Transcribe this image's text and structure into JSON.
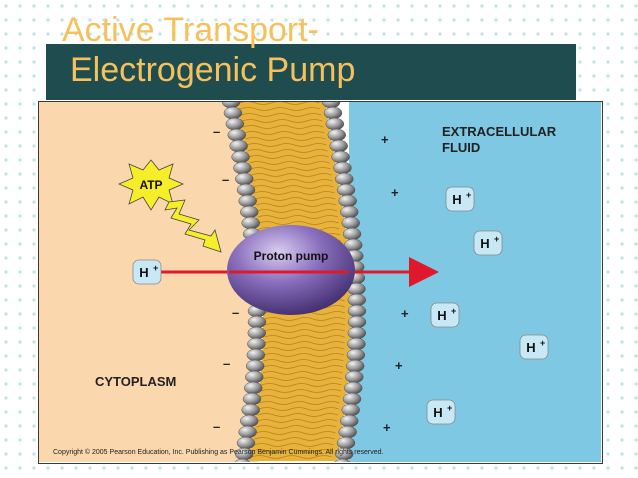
{
  "slide": {
    "title_line1": "Active Transport-",
    "title_line2": "Electrogenic Pump"
  },
  "figure": {
    "region_extracellular_line1": "EXTRACELLULAR",
    "region_extracellular_line2": "FLUID",
    "region_cytoplasm": "CYTOPLASM",
    "pump_label": "Proton pump",
    "atp_label": "ATP",
    "ion_label": "H",
    "ion_charge": "+",
    "minus_sign": "–",
    "plus_sign": "+",
    "copyright": "Copyright © 2005 Pearson Education, Inc. Publishing as Pearson Benjamin Cummings. All rights reserved."
  },
  "colors": {
    "title_text": "#f6c15b",
    "title_band": "#1f4d4f",
    "cytoplasm": "#fbd7ad",
    "extracellular": "#7ec8e3",
    "pump": "#7c61a9",
    "arrow": "#e0182c",
    "atp_burst": "#f7ee2a",
    "tails": "#e8b33d",
    "heads": "#8e8e8e"
  }
}
